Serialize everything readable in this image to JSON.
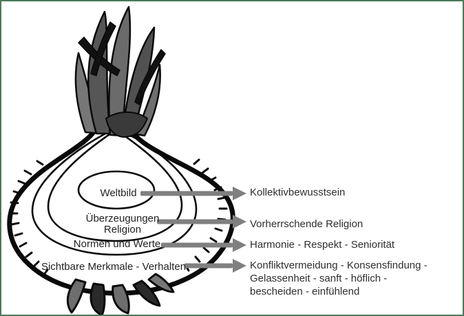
{
  "colors": {
    "border_green": "#487a58",
    "arrow_gray": "#808080",
    "outline_black": "#0a0a0a",
    "label_text": "#1f1f1f",
    "right_text": "#2e2e2e",
    "leaf_gray": "#5a5a5a"
  },
  "onion": {
    "layers": [
      {
        "label": "Weltbild",
        "right_text": "Kollektivbewusstsein"
      },
      {
        "label": "Überzeugungen Religion",
        "label_lines": [
          "Überzeugungen",
          "Religion"
        ],
        "right_text": "Vorherrschende Religion"
      },
      {
        "label": "Normen und Werte",
        "right_text": "Harmonie - Respekt - Seniorität"
      },
      {
        "label": "Sichtbare Merkmale - Verhalten",
        "right_text": "Konfliktvermeidung - Konsensfindung - Gelassenheit - sanft - höflich - bescheiden - einfühlend",
        "right_text_lines": [
          "Konfliktvermeidung - Konsensfindung -",
          "Gelassenheit - sanft - höflich -",
          "bescheiden - einfühlend"
        ]
      }
    ]
  }
}
